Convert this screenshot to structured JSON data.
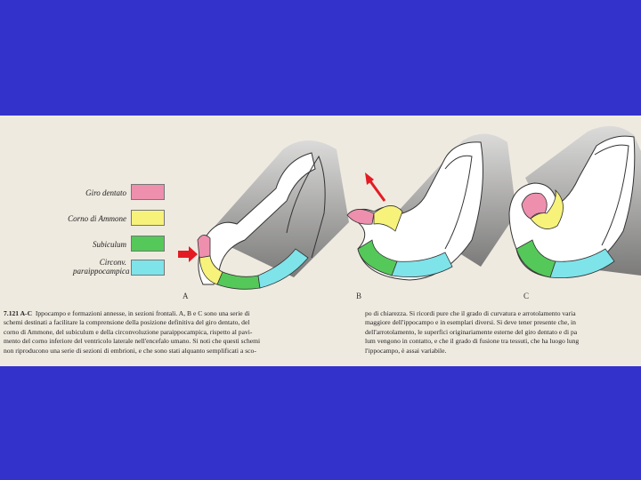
{
  "colors": {
    "background": "#3333cc",
    "paper": "#efeae0",
    "giro_dentato": "#ee8fae",
    "corno_di_ammone": "#f7f27a",
    "subiculum": "#55c85a",
    "circonv_paraippocampica": "#7fe3ea",
    "arrow": "#e41b23"
  },
  "legend": [
    {
      "label": "Giro dentato",
      "color_key": "giro_dentato"
    },
    {
      "label": "Corno di Ammone",
      "color_key": "corno_di_ammone"
    },
    {
      "label": "Subiculum",
      "color_key": "subiculum"
    },
    {
      "label": "Circonv. paraippocampica",
      "color_key": "circonv_paraippocampica"
    }
  ],
  "panels": [
    "A",
    "B",
    "C"
  ],
  "caption_left": {
    "fig_number": "7.121 A-C",
    "lines": [
      "Ippocampo e formazioni annesse, in sezioni frontali. A, B e C sono una serie di",
      "schemi destinati a facilitare la comprensione della posizione definitiva del giro dentato, del",
      "corno di Ammone, del subiculum e della circonvoluzione paraippocampica, rispetto al pavi-",
      "mento del corno inferiore del ventricolo laterale nell'encefalo umano. Si noti che questi schemi",
      "non riproducono una serie di sezioni di embrioni, e che sono stati alquanto semplificati a sco-"
    ]
  },
  "caption_right": {
    "lines": [
      "po di chiarezza. Si ricordi pure che il grado di curvatura e arrotolamento varia",
      "maggiore dell'ippocampo e in esemplari diversi. Si deve tener presente che, in",
      "dell'arrotolamento, le superfici originariamente esterne del giro dentato e di pa",
      "lum vengono in contatto, e che il grado di fusione tra tessuti, che ha luogo lung",
      "l'ippocampo, è assai variabile."
    ]
  }
}
